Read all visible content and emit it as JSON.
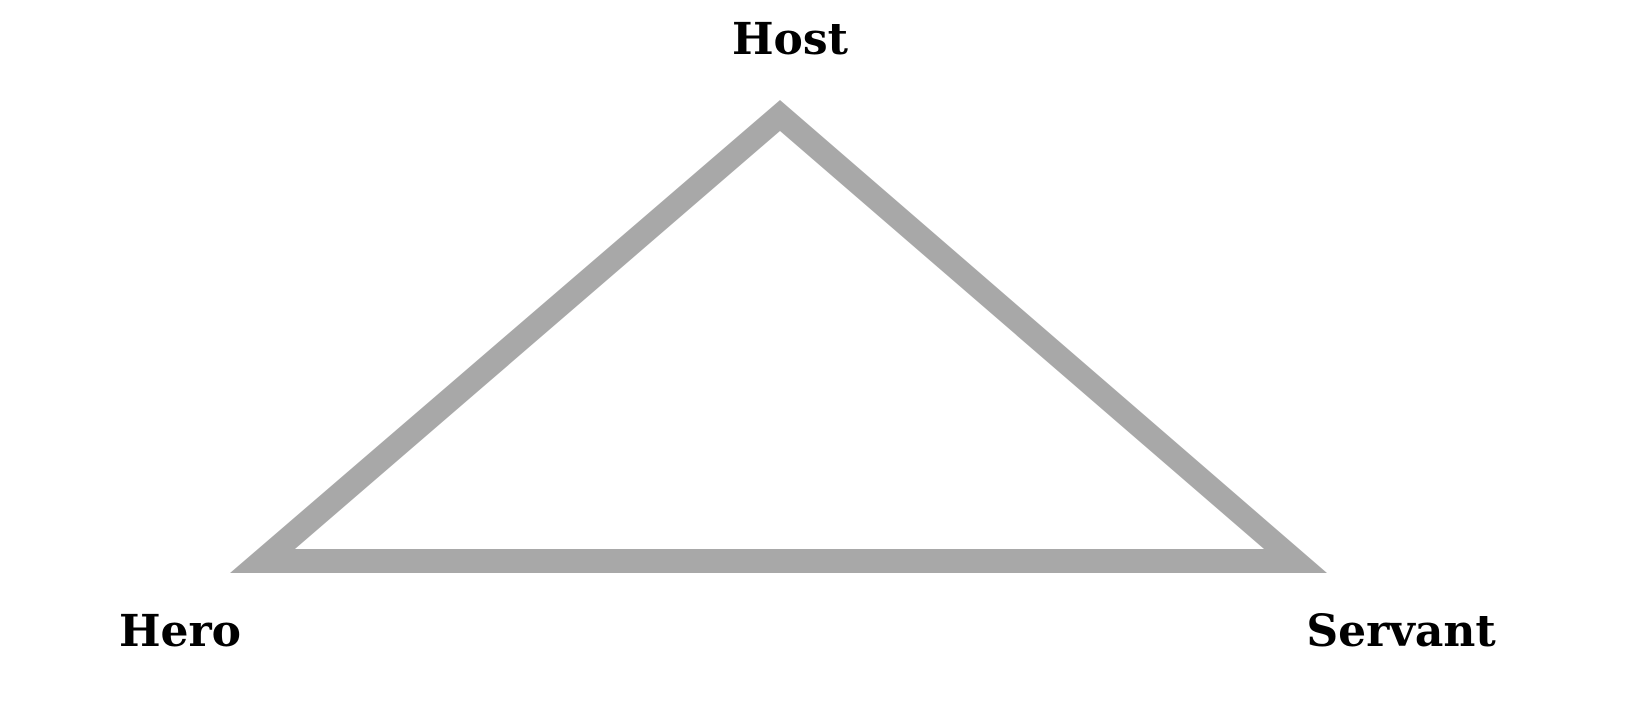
{
  "diagram": {
    "nodes": {
      "top": "Host",
      "bottom_left": "Hero",
      "bottom_right": "Servant"
    },
    "edge_color": "#a8a8a8",
    "label_color": "#000000"
  }
}
